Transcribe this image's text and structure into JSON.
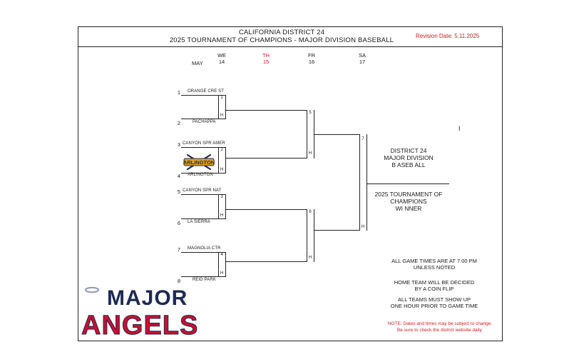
{
  "header": {
    "title_line1": "CALIFORNIA DISTRICT 24",
    "title_line2": "2025 TOURNAMENT OF CHAMPIONS - MAJOR DIVISION BASEBALL",
    "revision": "Revision Date: 5.11.2025"
  },
  "schedule": {
    "month": "MAY",
    "days": [
      {
        "dow": "WE",
        "date": "14",
        "color": "#1a1a1a"
      },
      {
        "dow": "TH",
        "date": "15",
        "color": "#d01c1c"
      },
      {
        "dow": "FR",
        "date": "16",
        "color": "#1a1a1a"
      },
      {
        "dow": "SA",
        "date": "17",
        "color": "#1a1a1a"
      }
    ]
  },
  "teams": [
    {
      "seed": "1",
      "name": "ORANGE CRE ST"
    },
    {
      "seed": "2",
      "name": "PACHAPPA"
    },
    {
      "seed": "3",
      "name": "CANYON SPR AMER"
    },
    {
      "seed": "4",
      "name": "ARLINGTON"
    },
    {
      "seed": "5",
      "name": "CANYON SPR NAT"
    },
    {
      "seed": "6",
      "name": "LA SIERRA"
    },
    {
      "seed": "7",
      "name": "MAGNOLIA CTR"
    },
    {
      "seed": "8",
      "name": "REID PARK"
    }
  ],
  "games": {
    "g1": "1",
    "g2": "2",
    "g3": "3",
    "g4": "4",
    "g5": "5",
    "g6": "6",
    "g7": "7",
    "home": "H"
  },
  "winner": {
    "line1": "DISTRICT 24",
    "line2": "MAJOR DIVISION",
    "line3": "B ASEB ALL",
    "line4": "2025 TOURNAMENT OF",
    "line5": "CHAMPIONS",
    "line6": "WI NNER",
    "marker": "I"
  },
  "notes": {
    "times1": "ALL GAME TIMES ARE AT 7:00 PM",
    "times2": "UNLESS NOTED",
    "home1": "HOME TEAM WILL BE DECIDED",
    "home2": "BY A COIN FLIP",
    "show1": "ALL TEAMS MUST SHOW UP",
    "show2": "ONE HOUR PRIOR TO GAME TIME",
    "disclaimer1": "NOTE: Dates and times may be subject to change.",
    "disclaimer2": "Be sure to check the district website daily."
  },
  "logos": {
    "arlington_text": "ARLINGTON",
    "angels_line1": "MAJOR",
    "angels_line2": "ANGELS"
  },
  "colors": {
    "accent_red": "#d01c1c",
    "navy": "#1c2b54",
    "angels_red": "#c8102e",
    "gold": "#e8a317"
  }
}
